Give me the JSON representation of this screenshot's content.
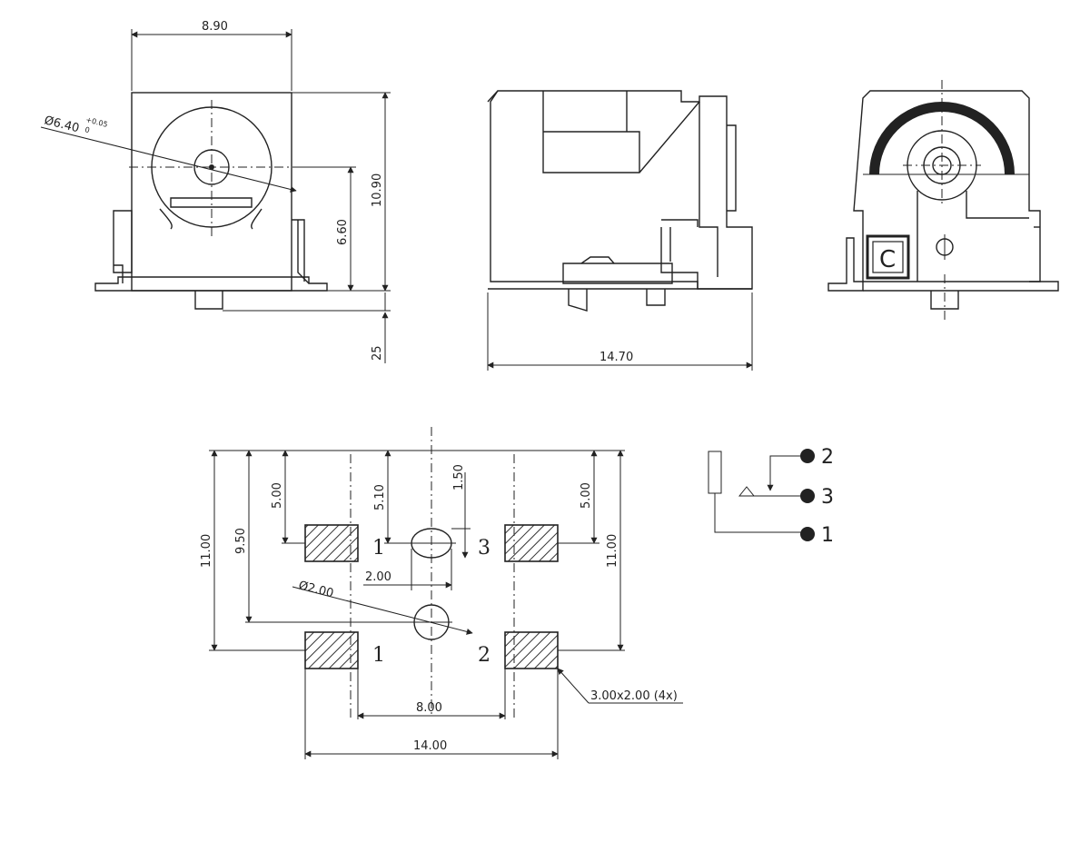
{
  "front_view": {
    "width_dim": "8.90",
    "hole_dim_main": "Ø6.40",
    "hole_dim_tol_upper": "+0.05",
    "hole_dim_tol_lower": "0",
    "height_dim": "10.90",
    "center_height_dim": "6.60",
    "peg_dim": "25"
  },
  "side_view": {
    "length_dim": "14.70"
  },
  "rear_view": {
    "logo_letter": "C"
  },
  "footprint": {
    "pad_dim_left": "5.00",
    "pad_dim_right": "5.00",
    "center_dim_inner": "5.10",
    "top_hole_offset": "1.50",
    "height_left_outer": "11.00",
    "height_left_inner": "9.50",
    "height_right": "11.00",
    "slot_width": "2.00",
    "hole_dia": "Ø2.00",
    "pad_spacing_inner": "8.00",
    "pad_spacing_outer": "14.00",
    "pad_size": "3.00x2.00 (4x)",
    "pin_labels": [
      "1",
      "3",
      "1",
      "2"
    ]
  },
  "schematic": {
    "pins": [
      "2",
      "3",
      "1"
    ]
  }
}
